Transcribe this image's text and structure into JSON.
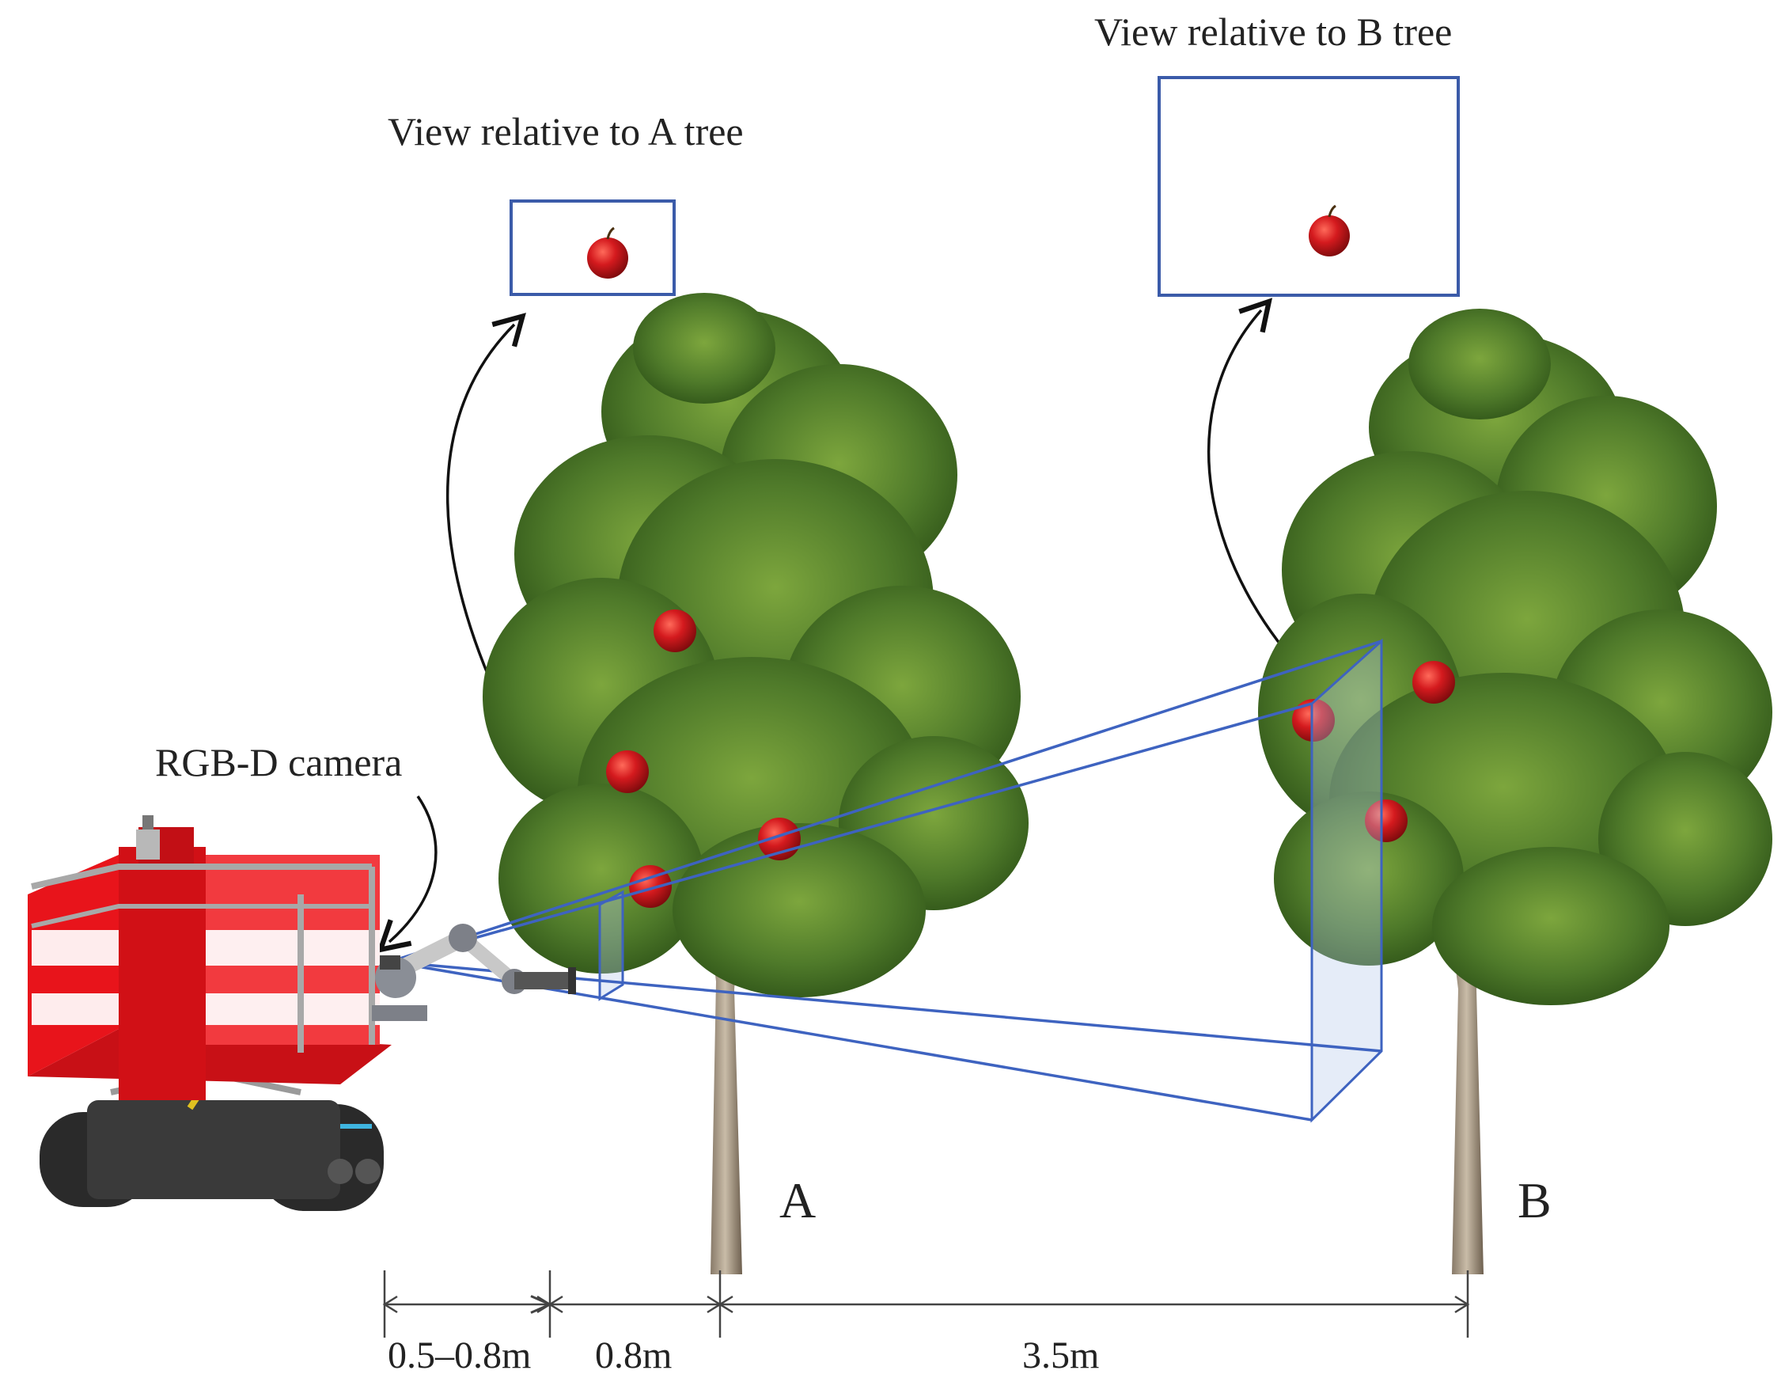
{
  "views": {
    "a_title": "View relative to A tree",
    "b_title": "View relative to B tree"
  },
  "trees": {
    "a_label": "A",
    "b_label": "B"
  },
  "camera": {
    "label": "RGB-D camera"
  },
  "distances": {
    "camera_to_near": "0.5–0.8m",
    "near_to_a": "0.8m",
    "a_to_b": "3.5m"
  },
  "colors": {
    "fov_lines": "#3e63c0",
    "view_box_border": "#3b5ba9",
    "apple": "#c8161c",
    "foliage": "#4f7a2a",
    "trunk": "#a89a86",
    "robot_body": "#e8141b",
    "robot_tracks": "#2a2a2a"
  }
}
